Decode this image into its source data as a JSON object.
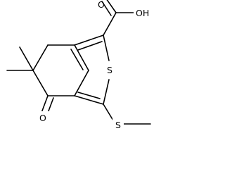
{
  "molecule": {
    "atoms": {
      "hydroxyl_oh": "OH",
      "carboxyl_o": "O",
      "ketone_o": "O",
      "ring_sulfur": "S",
      "thioether_sulfur": "S"
    }
  }
}
